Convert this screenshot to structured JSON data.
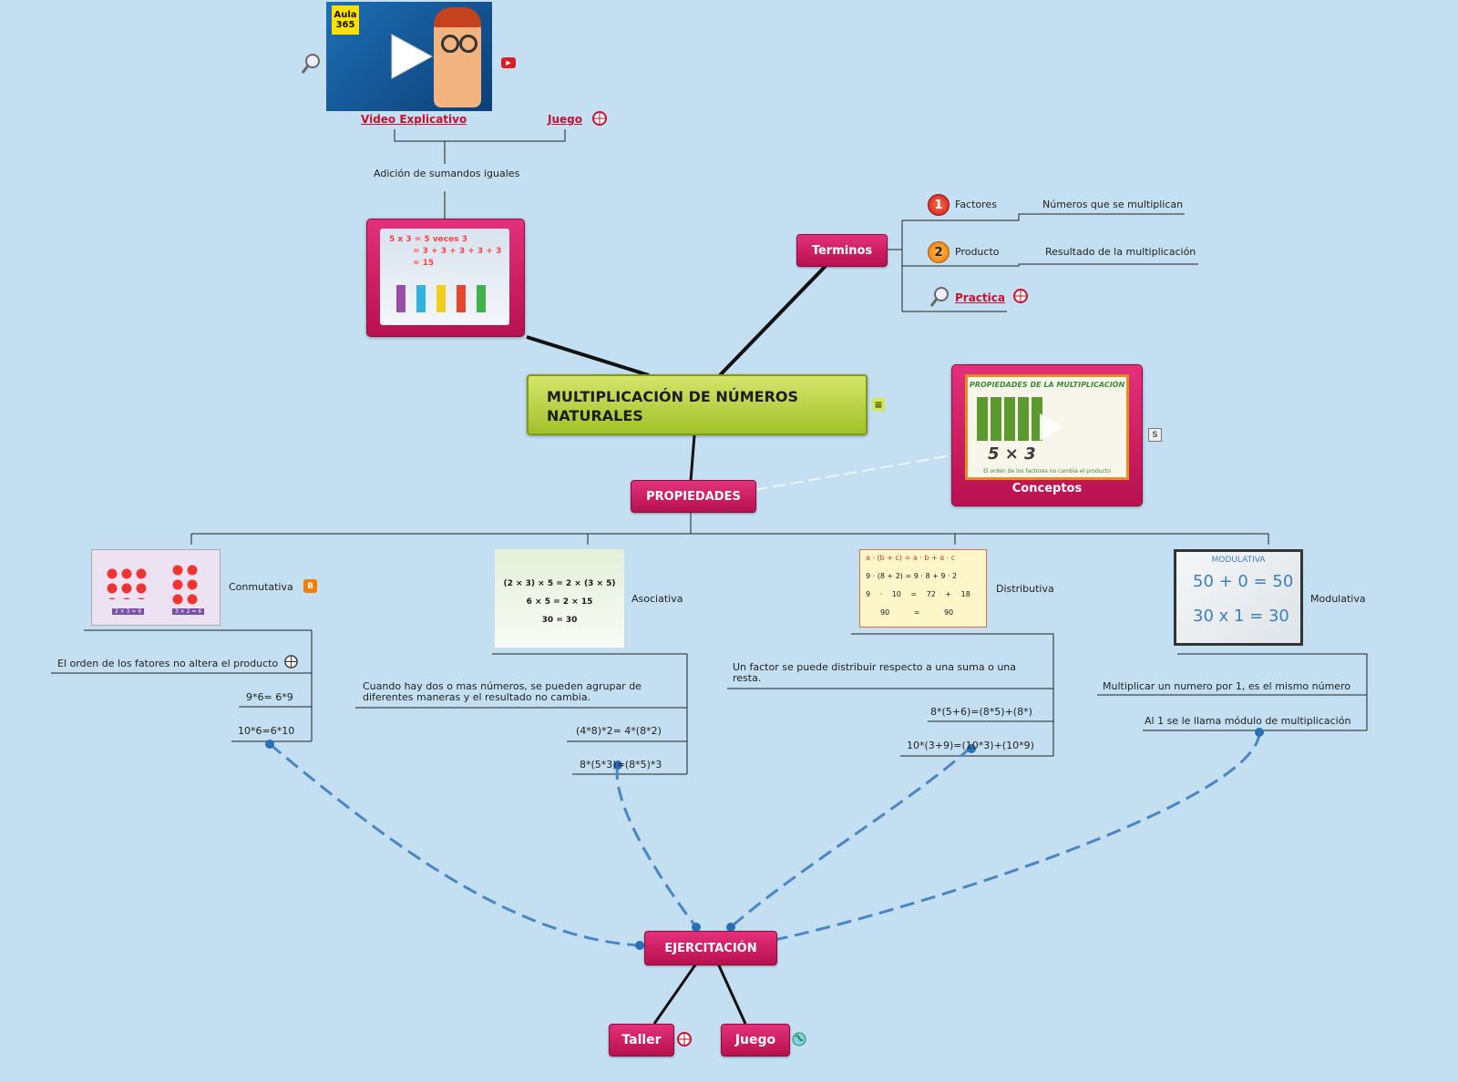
{
  "central": {
    "title": "MULTIPLICACIÓN DE NÚMEROS NATURALES"
  },
  "top": {
    "video_label": "Video Explicativo",
    "game_label": "Juego",
    "sumandos": "Adición de sumandos iguales",
    "image_text_line1": "5 x 3 = 5 veces 3",
    "image_text_line2": "= 3 + 3 + 3 + 3 + 3",
    "image_text_line3": "= 15",
    "video_badge_line1": "Aula",
    "video_badge_line2": "365"
  },
  "terminos": {
    "label": "Terminos",
    "items": [
      {
        "num": "1",
        "name": "Factores",
        "desc": "Números que se multiplican"
      },
      {
        "num": "2",
        "name": "Producto",
        "desc": "Resultado de la multiplicación"
      }
    ],
    "practice": "Practica"
  },
  "conceptos": {
    "label": "Conceptos",
    "image_title": "PROPIEDADES DE LA MULTIPLICACIÓN",
    "image_formula": "5 × 3",
    "image_caption": "El orden de los factores no cambia el producto"
  },
  "propiedades": {
    "label": "PROPIEDADES"
  },
  "conmutativa": {
    "name": "Conmutativa",
    "desc": "El orden de los fatores no altera el producto",
    "ex1": "9*6= 6*9",
    "ex2": "10*6=6*10",
    "img_tag1": "2 × 3 = 6",
    "img_tag2": "3 × 2 = 6"
  },
  "asociativa": {
    "name": "Asociativa",
    "desc": "Cuando hay dos o mas números, se pueden agrupar de diferentes maneras y el resultado no cambia.",
    "ex1": "(4*8)*2= 4*(8*2)",
    "ex2": "8*(5*3)=(8*5)*3",
    "img_line1": "(2 × 3) × 5 = 2 × (3 × 5)",
    "img_line2": "6 × 5 = 2 × 15",
    "img_line3": "30 = 30"
  },
  "distributiva": {
    "name": "Distributiva",
    "desc": "Un factor se puede distribuir respecto a una suma o una resta.",
    "ex1": "8*(5+6)=(8*5)+(8*)",
    "ex2": "10*(3+9)=(10*3)+(10*9)",
    "img_line1": "a · (b + c) = a · b + a · c",
    "img_line2": "9 · (8 + 2) = 9 · 8 + 9 · 2",
    "img_line3": "9 · 10 = 72 + 18",
    "img_line4": "90 = 90"
  },
  "modulativa": {
    "name": "Modulativa",
    "desc": "Multiplicar un numero por 1, es el mismo número",
    "ex1": "Al 1 se le llama módulo de multiplicación",
    "img_title": "MODULATIVA",
    "img_line1": "50 + 0 = 50",
    "img_line2": "30 x 1 = 30"
  },
  "ejercitacion": {
    "label": "EJERCITACIÓN"
  },
  "taller": {
    "label": "Taller"
  },
  "juego": {
    "label": "Juego"
  },
  "colors": {
    "pink": "#c8175a",
    "green": "#a3c12a",
    "link_red": "#c8102e",
    "connector_blue": "#4a86c5"
  }
}
